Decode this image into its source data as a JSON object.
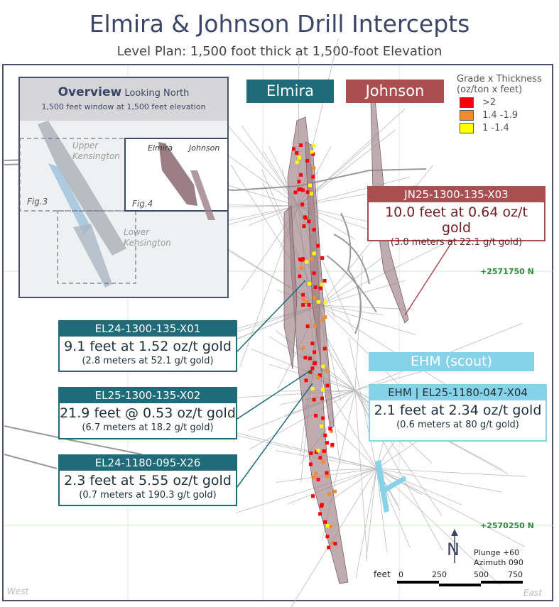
{
  "title": "Elmira & Johnson Drill Intercepts",
  "subtitle": "Level Plan: 1,500 foot thick at 1,500-foot Elevation",
  "zones": {
    "elmira": "Elmira",
    "johnson": "Johnson",
    "ehm": "EHM (scout)"
  },
  "colors": {
    "elmira": "#1f6b7a",
    "johnson": "#a94f52",
    "ehm": "#86d2e8",
    "high": "#ff0000",
    "mid": "#f28a30",
    "low": "#ffff00"
  },
  "legend": {
    "title1": "Grade x Thickness",
    "title2": "(oz/ton x feet)",
    "items": [
      {
        "label": ">2",
        "color": "#ff0000"
      },
      {
        "label": "1.4 -1.9",
        "color": "#f28a30"
      },
      {
        "label": "1 -1.4",
        "color": "#ffff00"
      }
    ]
  },
  "overview": {
    "title_bold": "Overview",
    "title_rest": "Looking North",
    "subtitle": "1,500 feet window at 1,500 feet elevation",
    "upper": "Upper Kensington",
    "lower": "Lower Kensington",
    "fig3": "Fig.3",
    "fig4": "Fig.4",
    "inset_elmira": "Elmira",
    "inset_johnson": "Johnson"
  },
  "callouts": [
    {
      "id": "JN25-1300-135-X03",
      "line1": "10.0 feet at 0.64 oz/t gold",
      "line2": "(3.0 meters at 22.1 g/t gold)"
    },
    {
      "id": "EL24-1300-135-X01",
      "line1": "9.1 feet at 1.52 oz/t gold",
      "line2": "(2.8 meters at 52.1 g/t gold)"
    },
    {
      "id": "EL25-1300-135-X02",
      "line1": "21.9 feet @ 0.53 oz/t gold",
      "line2": "(6.7 meters at 18.2 g/t gold)"
    },
    {
      "id": "EL24-1180-095-X26",
      "line1": "2.3 feet at 5.55 oz/t gold",
      "line2": "(0.7 meters at 190.3 g/t gold)"
    },
    {
      "id": "EHM | EL25-1180-047-X04",
      "line1": "2.1 feet at 2.34 oz/t gold",
      "line2": "(0.6 meters at 80 g/t gold)"
    }
  ],
  "coords": {
    "n1": "+2571750 N",
    "n2": "+2570250 N"
  },
  "orientation": {
    "north": "N",
    "plunge": "Plunge +60",
    "azimuth": "Azimuth 090"
  },
  "scale": {
    "unit": "feet",
    "ticks": [
      "0",
      "250",
      "500",
      "750"
    ]
  },
  "directions": {
    "west": "West",
    "east": "East"
  }
}
